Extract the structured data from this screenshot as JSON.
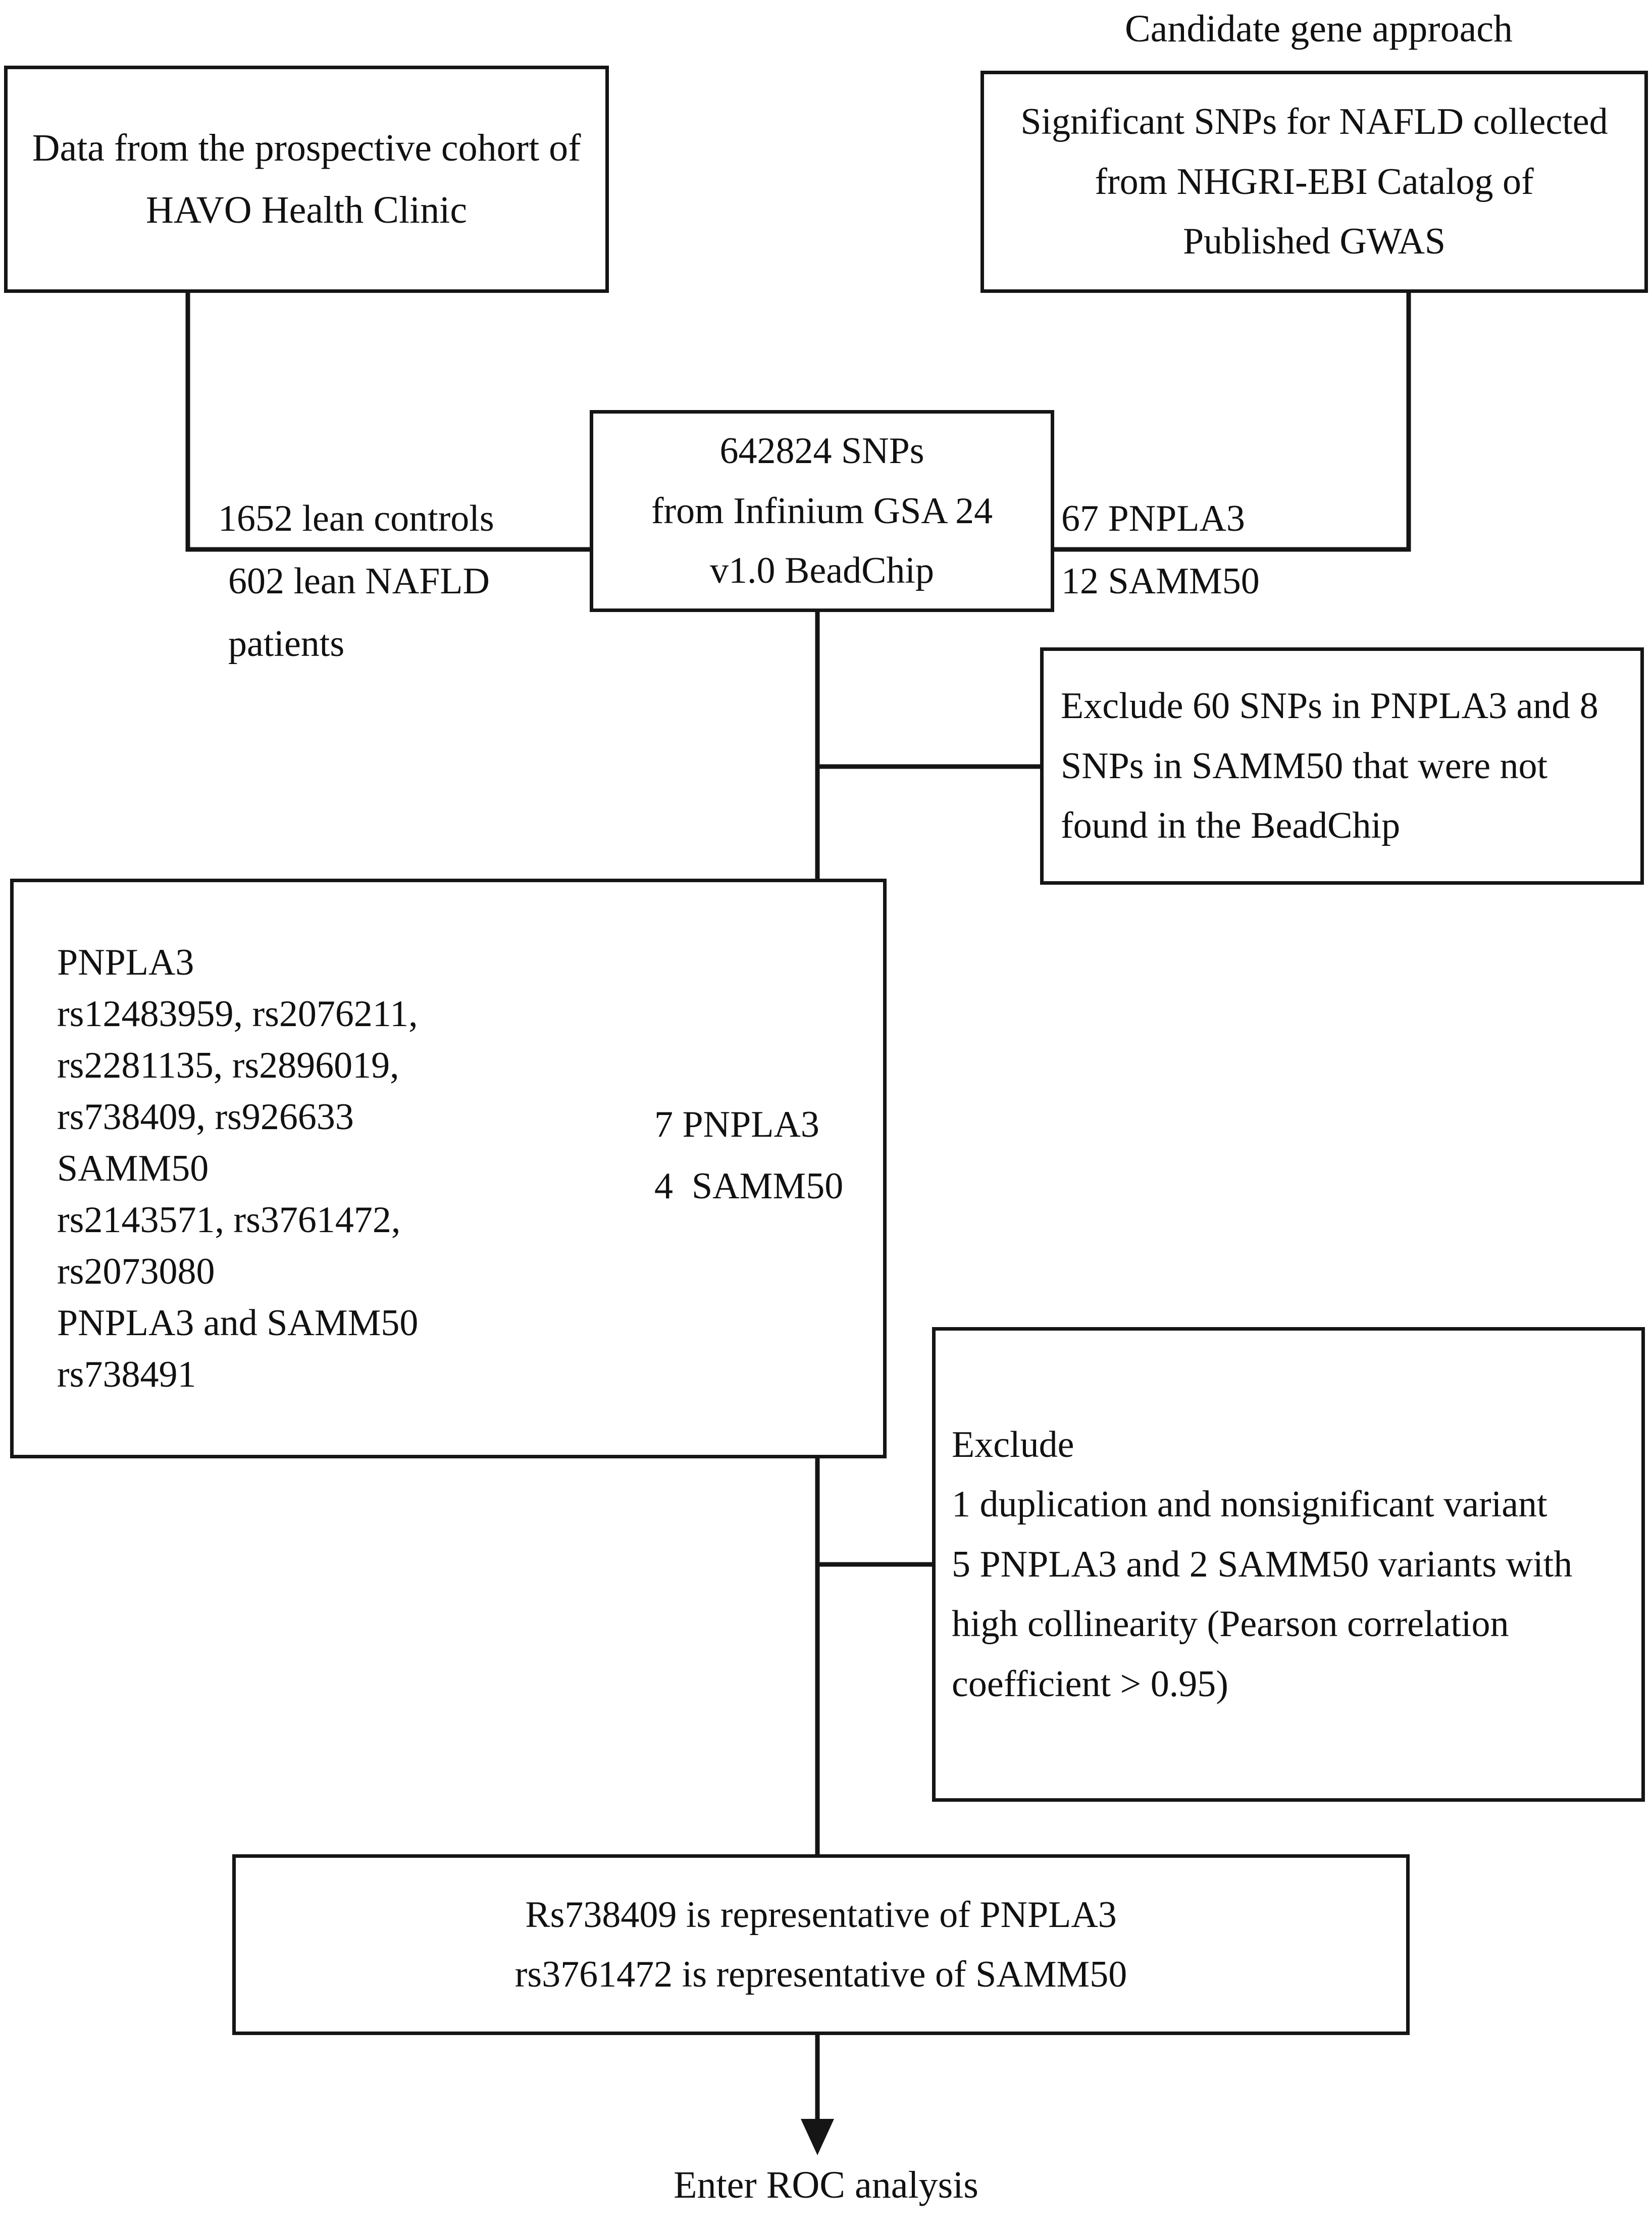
{
  "figure": {
    "caption_candidate_gene": "Candidate gene approach",
    "final_step": "Enter ROC analysis"
  },
  "nodes": {
    "cohort": {
      "lines": [
        "Data from the prospective cohort of",
        "HAVO Health Clinic"
      ]
    },
    "gwas": {
      "lines": [
        "Significant SNPs for NAFLD collected",
        "from NHGRI-EBI Catalog of",
        "Published GWAS"
      ]
    },
    "snp_chip": {
      "lines": [
        "642824 SNPs",
        "from Infinium GSA 24",
        "v1.0 BeadChip"
      ]
    },
    "exclude_beadchip": {
      "lines": [
        "Exclude 60 SNPs in PNPLA3 and 8",
        "SNPs in SAMM50 that were not",
        "found in the BeadChip"
      ]
    },
    "variants": {
      "lines": [
        "PNPLA3",
        "rs12483959, rs2076211,",
        "rs2281135, rs2896019,",
        "rs738409, rs926633",
        "SAMM50",
        "rs2143571, rs3761472,",
        "rs2073080",
        "PNPLA3 and SAMM50",
        "rs738491"
      ]
    },
    "exclude_collinearity": {
      "lines": [
        "Exclude",
        "1 duplication and nonsignificant variant",
        "5 PNPLA3 and 2 SAMM50 variants with",
        "high collinearity (Pearson correlation",
        "coefficient > 0.95)"
      ]
    },
    "result": {
      "lines": [
        "Rs738409 is representative of PNPLA3",
        "rs3761472 is representative of SAMM50"
      ]
    }
  },
  "edge_labels": {
    "cohort_counts": [
      "1652 lean controls",
      "602 lean NAFLD",
      "patients"
    ],
    "gene_counts": [
      "67 PNPLA3",
      "12 SAMM50"
    ],
    "brace_counts": [
      "7 PNPLA3",
      "4  SAMM50"
    ]
  },
  "colors": {
    "stroke": "#151515",
    "text": "#111111",
    "background": "#ffffff"
  }
}
